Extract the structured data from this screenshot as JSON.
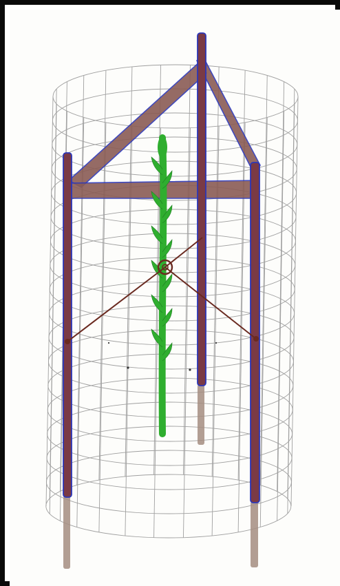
{
  "drawing": {
    "colors": {
      "mesh": "#8f8f8f",
      "post_fill": "#7a3a45",
      "post_outline": "#2b36b8",
      "post_buried": "#a58d80",
      "beam_fill": "#8a5c55",
      "plant": "#2fae2f",
      "plant_dark": "#1f7d22",
      "tie": "#6a2a20",
      "frame": "#0a0a0a"
    },
    "mesh_rings": 18,
    "mesh_vertical_lines": 26,
    "posts": 3,
    "leaves_per_side": 6
  }
}
